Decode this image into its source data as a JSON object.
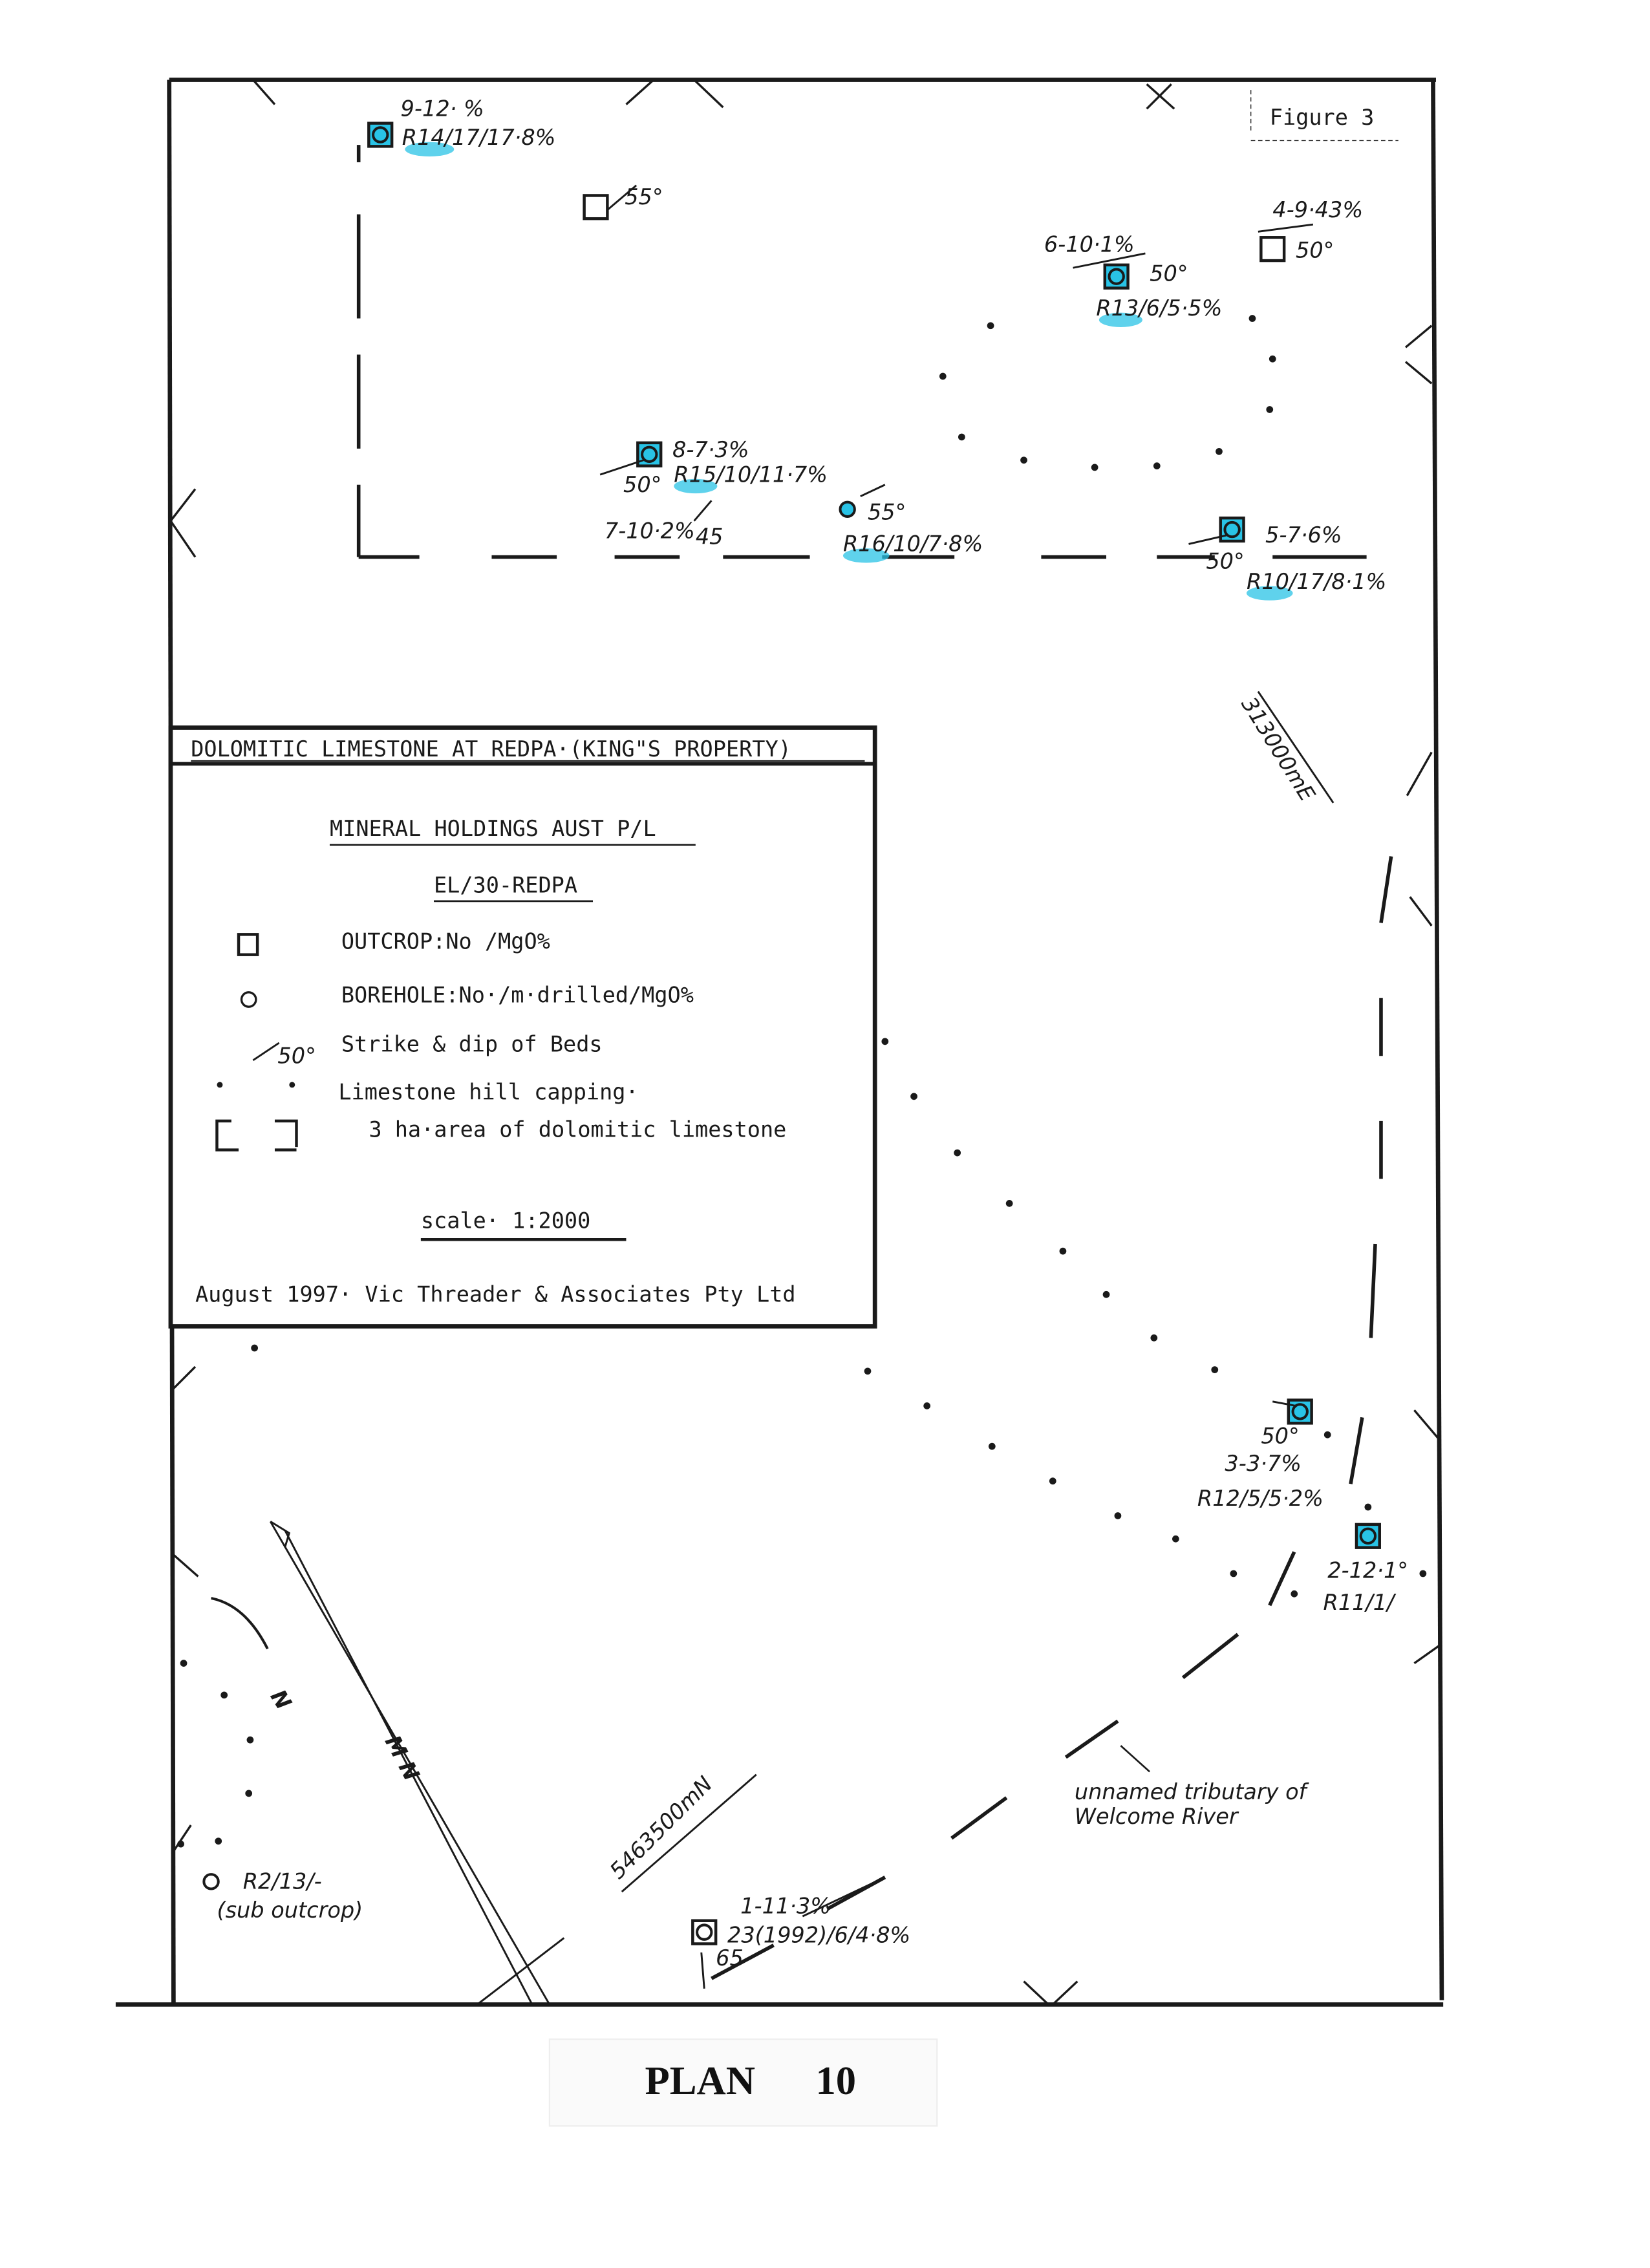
{
  "figure_label": "Figure 3",
  "plan_label": "PLAN",
  "plan_number": "10",
  "highlight_color": "#29c3e6",
  "legend": {
    "title": "DOLOMITIC LIMESTONE AT REDPA·(KING\"S PROPERTY)",
    "company": "MINERAL HOLDINGS AUST P/L",
    "licence": "EL/30-REDPA",
    "items": [
      {
        "icon": "outcrop-square-icon",
        "label": "OUTCROP:No  /MgO%"
      },
      {
        "icon": "borehole-circle-icon",
        "label": "BOREHOLE:No·/m·drilled/MgO%"
      },
      {
        "icon": "strike-dip-icon",
        "symbol_text": "50°",
        "label": "Strike & dip of Beds"
      },
      {
        "icon": "hill-capping-dots-icon",
        "label": "Limestone hill capping·"
      },
      {
        "icon": "area-bracket-icon",
        "label": "3 ha·area of dolomitic limestone"
      }
    ],
    "scale": "scale·  1:2000",
    "credit": "August 1997· Vic Threader & Associates Pty Ltd"
  },
  "map": {
    "r14": {
      "top": "9-12· %",
      "bottom": "R14/17/17·8%"
    },
    "outcrop_nw": {
      "dip": "55°"
    },
    "r13": {
      "top": "6-10·1%",
      "dip": "50°",
      "bottom": "R13/6/5·5%"
    },
    "outcrop_4": {
      "top": "4-9·43%",
      "dip": "50°"
    },
    "r15": {
      "top": "8-7·3%",
      "dip": "50°",
      "bottom": "R15/10/11·7%"
    },
    "outcrop_7": {
      "top": "7-10·2%",
      "dip": "45"
    },
    "r16": {
      "dip": "55°",
      "bottom": "R16/10/7·8%"
    },
    "r10": {
      "top": "5-7·6%",
      "dip": "50°",
      "bottom": "R10/17/8·1%"
    },
    "easting": "313000mE",
    "r12": {
      "dip": "50°",
      "top": "3-3·7%",
      "bottom": "R12/5/5·2%"
    },
    "r11": {
      "top": "2-12·1°",
      "bottom": "R11/1/"
    },
    "river": {
      "line1": "unnamed tributary of",
      "line2": "Welcome River"
    },
    "r2": {
      "top": "R2/13/-",
      "bottom": "(sub outcrop)"
    },
    "northing": "5463500mN",
    "bh23": {
      "top": "1-11·3%",
      "bottom": "23(1992)/6/4·8%",
      "dip": "65"
    },
    "north_true": "N",
    "north_mag": "M N"
  }
}
